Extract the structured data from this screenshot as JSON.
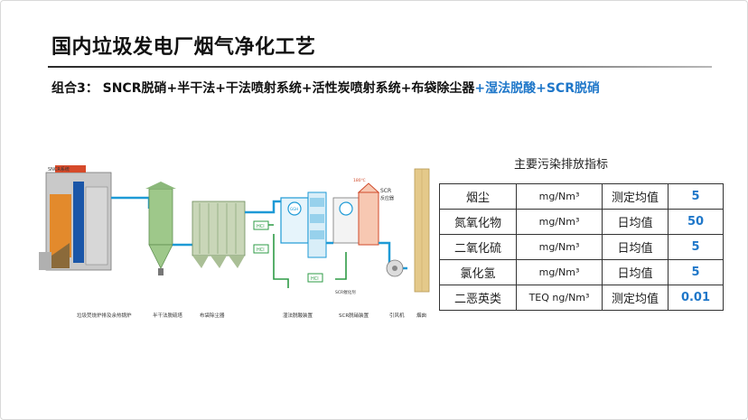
{
  "slide": {
    "title": "国内垃圾发电厂烟气净化工艺",
    "subtitle_prefix": "组合3： SNCR脱硝+半干法+干法喷射系统+活性炭喷射系统+布袋除尘器",
    "subtitle_highlight": "+湿法脱酸+SCR脱硝"
  },
  "diagram": {
    "labels": {
      "sncr": "SNCR系统",
      "boiler": "垃圾焚烧炉排及余热锅炉",
      "semidry": "半干法脱硫塔",
      "baghouse": "布袋除尘器",
      "wet": "湿法脱酸装置",
      "scr_device": "SCR脱硝装置",
      "fan": "引风机",
      "stack": "烟囱",
      "scr_reactor": "SCR",
      "scr_reactor_sub": "反应器",
      "ggh": "GGH",
      "temp": "180℃",
      "hcl": "HCl",
      "scr_catalyst": "SCR催化剂"
    },
    "colors": {
      "flue": "#1e9ad6",
      "pipe_green": "#2e9b46",
      "equipment": "#9ec88a"
    }
  },
  "table": {
    "caption": "主要污染排放指标",
    "rows": [
      {
        "name": "烟尘",
        "unit": "mg/Nm³",
        "stat": "测定均值",
        "value": "5"
      },
      {
        "name": "氮氧化物",
        "unit": "mg/Nm³",
        "stat": "日均值",
        "value": "50"
      },
      {
        "name": "二氧化硫",
        "unit": "mg/Nm³",
        "stat": "日均值",
        "value": "5"
      },
      {
        "name": "氯化氢",
        "unit": "mg/Nm³",
        "stat": "日均值",
        "value": "5"
      },
      {
        "name": "二恶英类",
        "unit": "TEQ ng/Nm³",
        "stat": "测定均值",
        "value": "0.01"
      }
    ],
    "value_color": "#1f77c9"
  }
}
